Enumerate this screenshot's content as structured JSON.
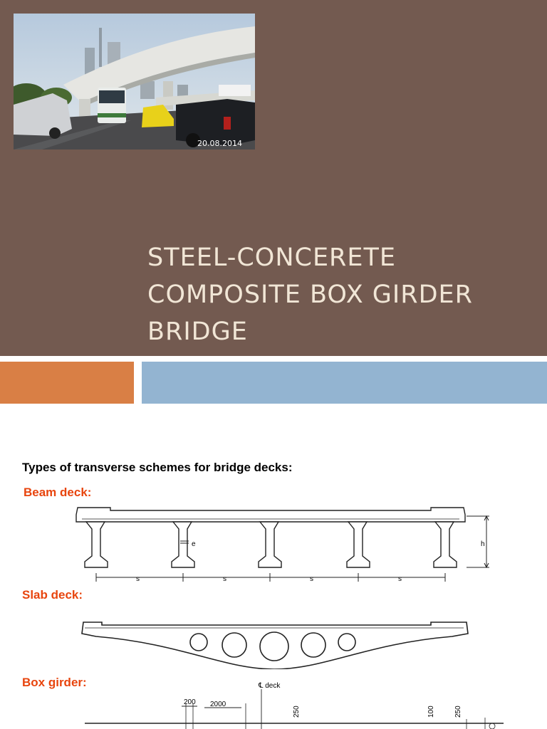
{
  "slide1": {
    "title_lines": [
      "STEEL-CONCERETE",
      "COMPOSITE BOX GIRDER",
      "BRIDGE"
    ],
    "photo": {
      "date_stamp": "20.08.2014"
    },
    "colors": {
      "background": "#735a50",
      "title": "#f1e6d6",
      "accent_orange": "#d97f45",
      "accent_blue": "#93b4d1"
    }
  },
  "slide2": {
    "heading": "Types of transverse schemes for bridge decks:",
    "sections": [
      {
        "label": "Beam deck:",
        "dims": {
          "spacing": [
            "s",
            "s",
            "s",
            "s"
          ],
          "eccentricity": "e",
          "height": "h"
        }
      },
      {
        "label": "Slab deck:"
      },
      {
        "label": "Box girder:",
        "dims": [
          "200",
          "2000",
          "250",
          "100",
          "250"
        ],
        "centerline": "℄ deck"
      }
    ],
    "colors": {
      "label": "#e8450e"
    }
  }
}
